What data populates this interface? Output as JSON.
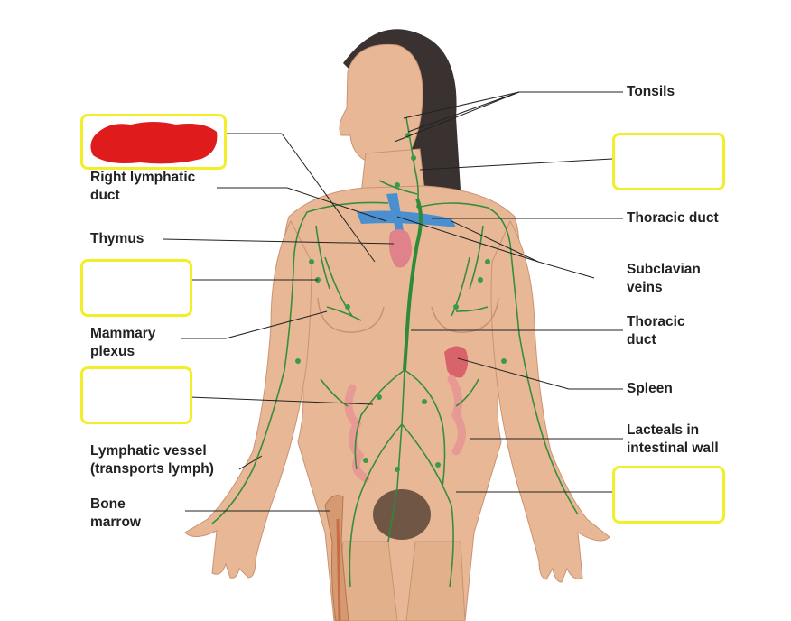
{
  "labels": {
    "tonsils": "Tonsils",
    "right_lymphatic_duct": "Right lymphatic\nduct",
    "thymus": "Thymus",
    "mammary_plexus": "Mammary\nplexus",
    "lymphatic_vessel": "Lymphatic vessel\n(transports lymph)",
    "bone_marrow": "Bone\nmarrow",
    "thoracic_duct_1": "Thoracic duct",
    "subclavian_veins": "Subclavian\nveins",
    "thoracic_duct_2": "Thoracic\nduct",
    "spleen": "Spleen",
    "lacteals": "Lacteals in\nintestinal wall"
  },
  "colors": {
    "box_border": "#f2ee2a",
    "redaction": "#e01b1b",
    "skin": "#e8b896",
    "lymph": "#2f8a3a",
    "vein": "#4a90d0",
    "organ": "#e0828a",
    "hair": "#3a3230",
    "leader": "#222222"
  }
}
